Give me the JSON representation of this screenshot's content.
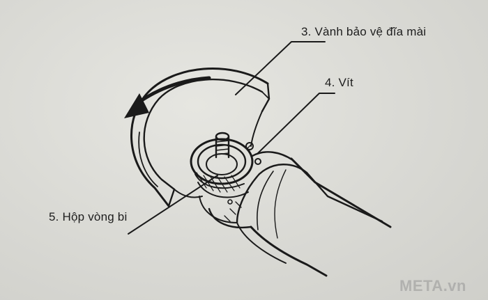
{
  "labels": {
    "guard": "3. Vành bảo vệ đĩa mài",
    "screw": "4. Vít",
    "bearing_housing": "5. Hộp vòng bi"
  },
  "watermark": "META.vn",
  "colors": {
    "ink": "#1a1a1a",
    "paper": "#dcdcd7",
    "watermark": "#969696"
  },
  "icons": {
    "rotation_arrow": "curved-arrow-counterclockwise-icon"
  }
}
